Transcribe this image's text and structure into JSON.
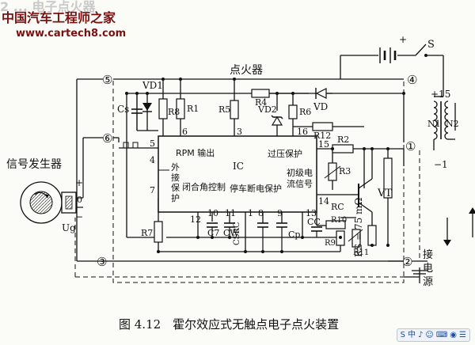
{
  "watermark": {
    "title_fragment": "2 ... 电子点火器",
    "site_name": "中国汽车工程师之家",
    "url": "www.cartech8.com"
  },
  "labels": {
    "igniter": "点火器",
    "signal_gen": "信号发生器",
    "ic": "IC",
    "rpm": "RPM 输出",
    "overvolt": "过压保护",
    "primary_current": [
      "初级电",
      "流信号"
    ],
    "ext_protect": [
      "外",
      "接",
      "保",
      "护"
    ],
    "dwell": "闭合角控制",
    "stall": "停车断电保护",
    "vt": "VT",
    "vd": "VD",
    "vd1": "VD1",
    "vd2": "VD2",
    "cs": "Cs",
    "r8": "R8",
    "r1": "R1",
    "r5": "R5",
    "r4": "R4",
    "r6": "R6",
    "r12": "R12",
    "r2": "R2",
    "r3": "R3",
    "rc": "RC",
    "cc": "CC",
    "r10": "R10",
    "r9": "R9",
    "r11": "R11",
    "rs": "RS = 75 mΩ",
    "r7": "R7",
    "c7": "C7",
    "cw": "CW",
    "csrc": "CSRC",
    "cp": "Cp",
    "ug": "Ug",
    "n1": "N1",
    "n2": "N2",
    "s": "S",
    "plus15": "+15",
    "minus1": "−1",
    "ground": [
      "接",
      "电",
      "源"
    ],
    "plus": "+",
    "minus": "−",
    "zero": "0"
  },
  "pins": [
    "6",
    "3",
    "16",
    "15",
    "5",
    "4",
    "7",
    "12",
    "10",
    "11",
    "1",
    "8",
    "9",
    "13",
    "14"
  ],
  "terminals": [
    "⑤",
    "④",
    "⑥",
    "①",
    "③",
    "②"
  ],
  "caption": "图 4.12　霍尔效应式无触点电子点火装置",
  "tray": [
    "S",
    "中",
    "♪",
    "☺",
    "⌨",
    "◉",
    "☰"
  ]
}
